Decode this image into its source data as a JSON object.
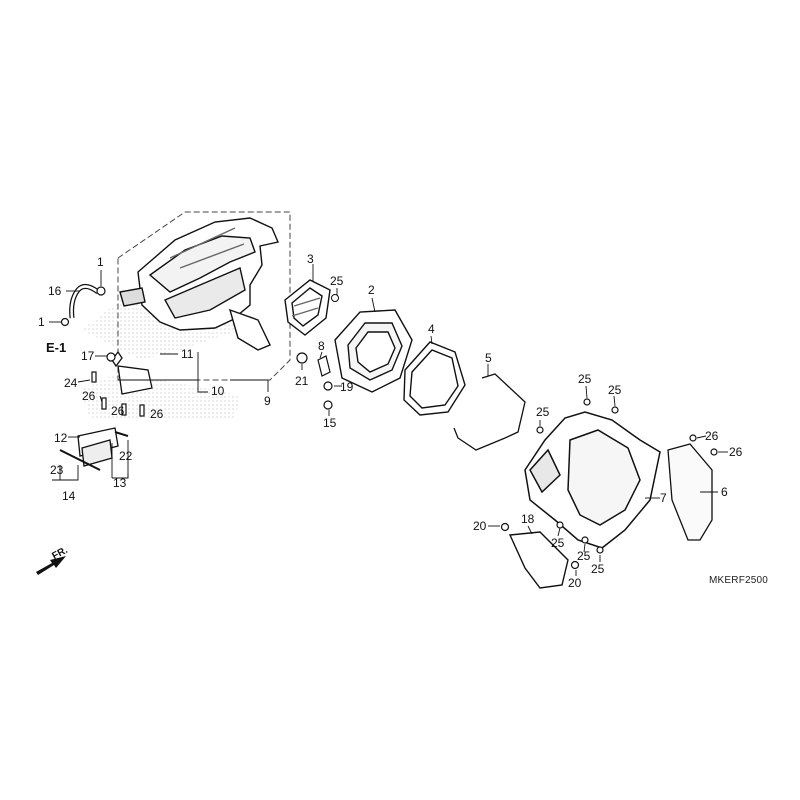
{
  "diagram": {
    "code": "MKERF2500",
    "ref_label": "E-1",
    "direction_label": "FR.",
    "callouts": {
      "c1a": "1",
      "c1b": "1",
      "c16": "16",
      "c17": "17",
      "c11": "11",
      "c24": "24",
      "c26a": "26",
      "c26b": "26",
      "c26c": "26",
      "c10": "10",
      "c9": "9",
      "c12": "12",
      "c22": "22",
      "c23": "23",
      "c13": "13",
      "c14": "14",
      "c3": "3",
      "c25a": "25",
      "c2": "2",
      "c4": "4",
      "c5": "5",
      "c8": "8",
      "c21": "21",
      "c19": "19",
      "c15": "15",
      "c25b": "25",
      "c25c": "25",
      "c25d": "25",
      "c26d": "26",
      "c26e": "26",
      "c6": "6",
      "c7": "7",
      "c20a": "20",
      "c18": "18",
      "c25e": "25",
      "c25f": "25",
      "c25g": "25",
      "c20b": "20"
    }
  }
}
